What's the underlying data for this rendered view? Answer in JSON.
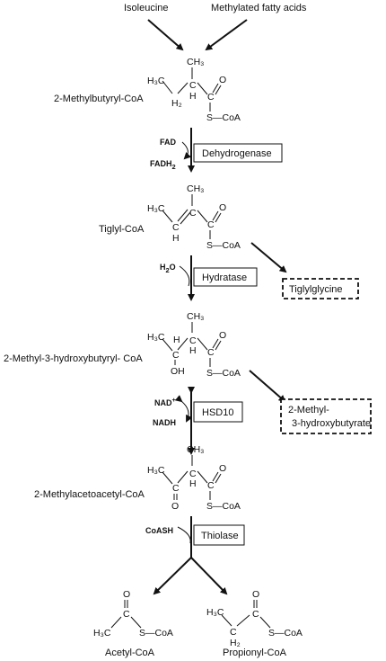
{
  "sources": {
    "isoleucine": "Isoleucine",
    "fatty_acids": "Methylated fatty acids"
  },
  "compounds": {
    "methylbutyryl": "2-Methylbutyryl-CoA",
    "tiglyl": "Tiglyl-CoA",
    "hydroxybutyryl": "2-Methyl-3-hydroxybutyryl- CoA",
    "acetoacetyl": "2-Methylacetoacetyl-CoA",
    "acetyl": "Acetyl-CoA",
    "propionyl": "Propionyl-CoA"
  },
  "enzymes": {
    "dehydrogenase": "Dehydrogenase",
    "hydratase": "Hydratase",
    "hsd10": "HSD10",
    "thiolase": "Thiolase"
  },
  "cofactors": {
    "fad": "FAD",
    "fadh2": "FADH",
    "fadh2_sub": "2",
    "h2o_h": "H",
    "h2o_sub": "2",
    "h2o_o": "O",
    "nad": "NAD",
    "nad_sup": "+",
    "nadh": "NADH",
    "coash": "CoASH"
  },
  "byproducts": {
    "tiglylglycine": "Tiglylglycine",
    "hydroxybutyrate_line1": "2-Methyl-",
    "hydroxybutyrate_line2": "3-hydroxybutyrate"
  },
  "atoms": {
    "c": "C",
    "h": "H",
    "o": "O",
    "oh": "OH",
    "scoa": "S—CoA",
    "h3c": "H₃C",
    "ch3": "CH₃",
    "h2": "H₂"
  }
}
